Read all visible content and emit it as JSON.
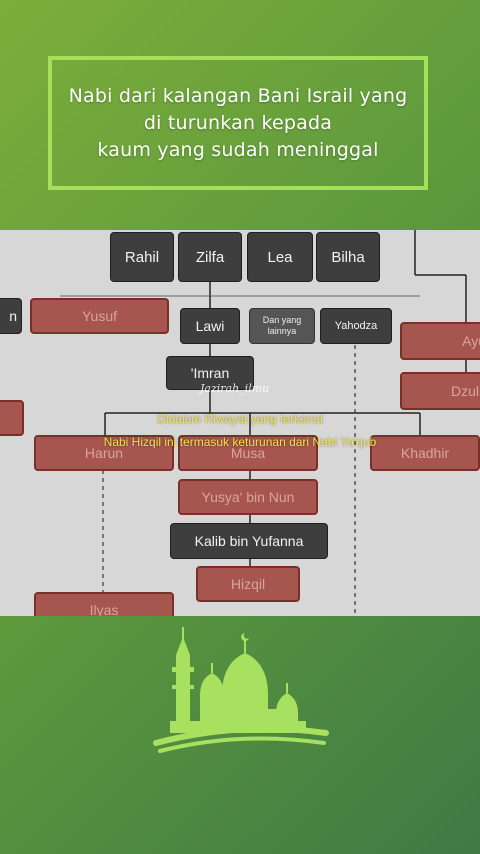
{
  "title": {
    "lines": [
      "Nabi dari kalangan Bani Israil yang",
      "di turunkan kepada",
      "kaum yang sudah meninggal"
    ]
  },
  "diagram": {
    "nodes": {
      "rahil": "Rahil",
      "zilfa": "Zilfa",
      "lea": "Lea",
      "bilha": "Bilha",
      "left_cut": "n",
      "yusuf": "Yusuf",
      "lawi": "Lawi",
      "dan_yang": "Dan yang lainnya",
      "yahudza": "Yahodza",
      "ayub": "Ayu",
      "imran": "'Imran",
      "dzulkifli": "Dzulk",
      "harun": "Harun",
      "musa": "Musa",
      "khadhir": "Khadhir",
      "yusya": "Yusya' bin Nun",
      "kalib": "Kalib bin Yufanna",
      "hizqil": "Hizqil",
      "ilyas": "Ilyas"
    },
    "watermark": "Jazirah_ilmu",
    "caption_1": "Didalam Riwayat yang terkenal",
    "caption_2": "Nabi Hizqil ini termasuk keturunan dari Nabi Ya'qub"
  },
  "colors": {
    "background_start": "#7cae3a",
    "background_end": "#3f7a45",
    "frame": "#a6e05a",
    "diagram_bg": "#d7d7d7",
    "dark_node": "#3e3e3e",
    "red_node": "#a6564e",
    "caption": "#f2e24a",
    "mosque": "#a8e05f"
  },
  "icons": {
    "footer": "mosque-icon"
  }
}
